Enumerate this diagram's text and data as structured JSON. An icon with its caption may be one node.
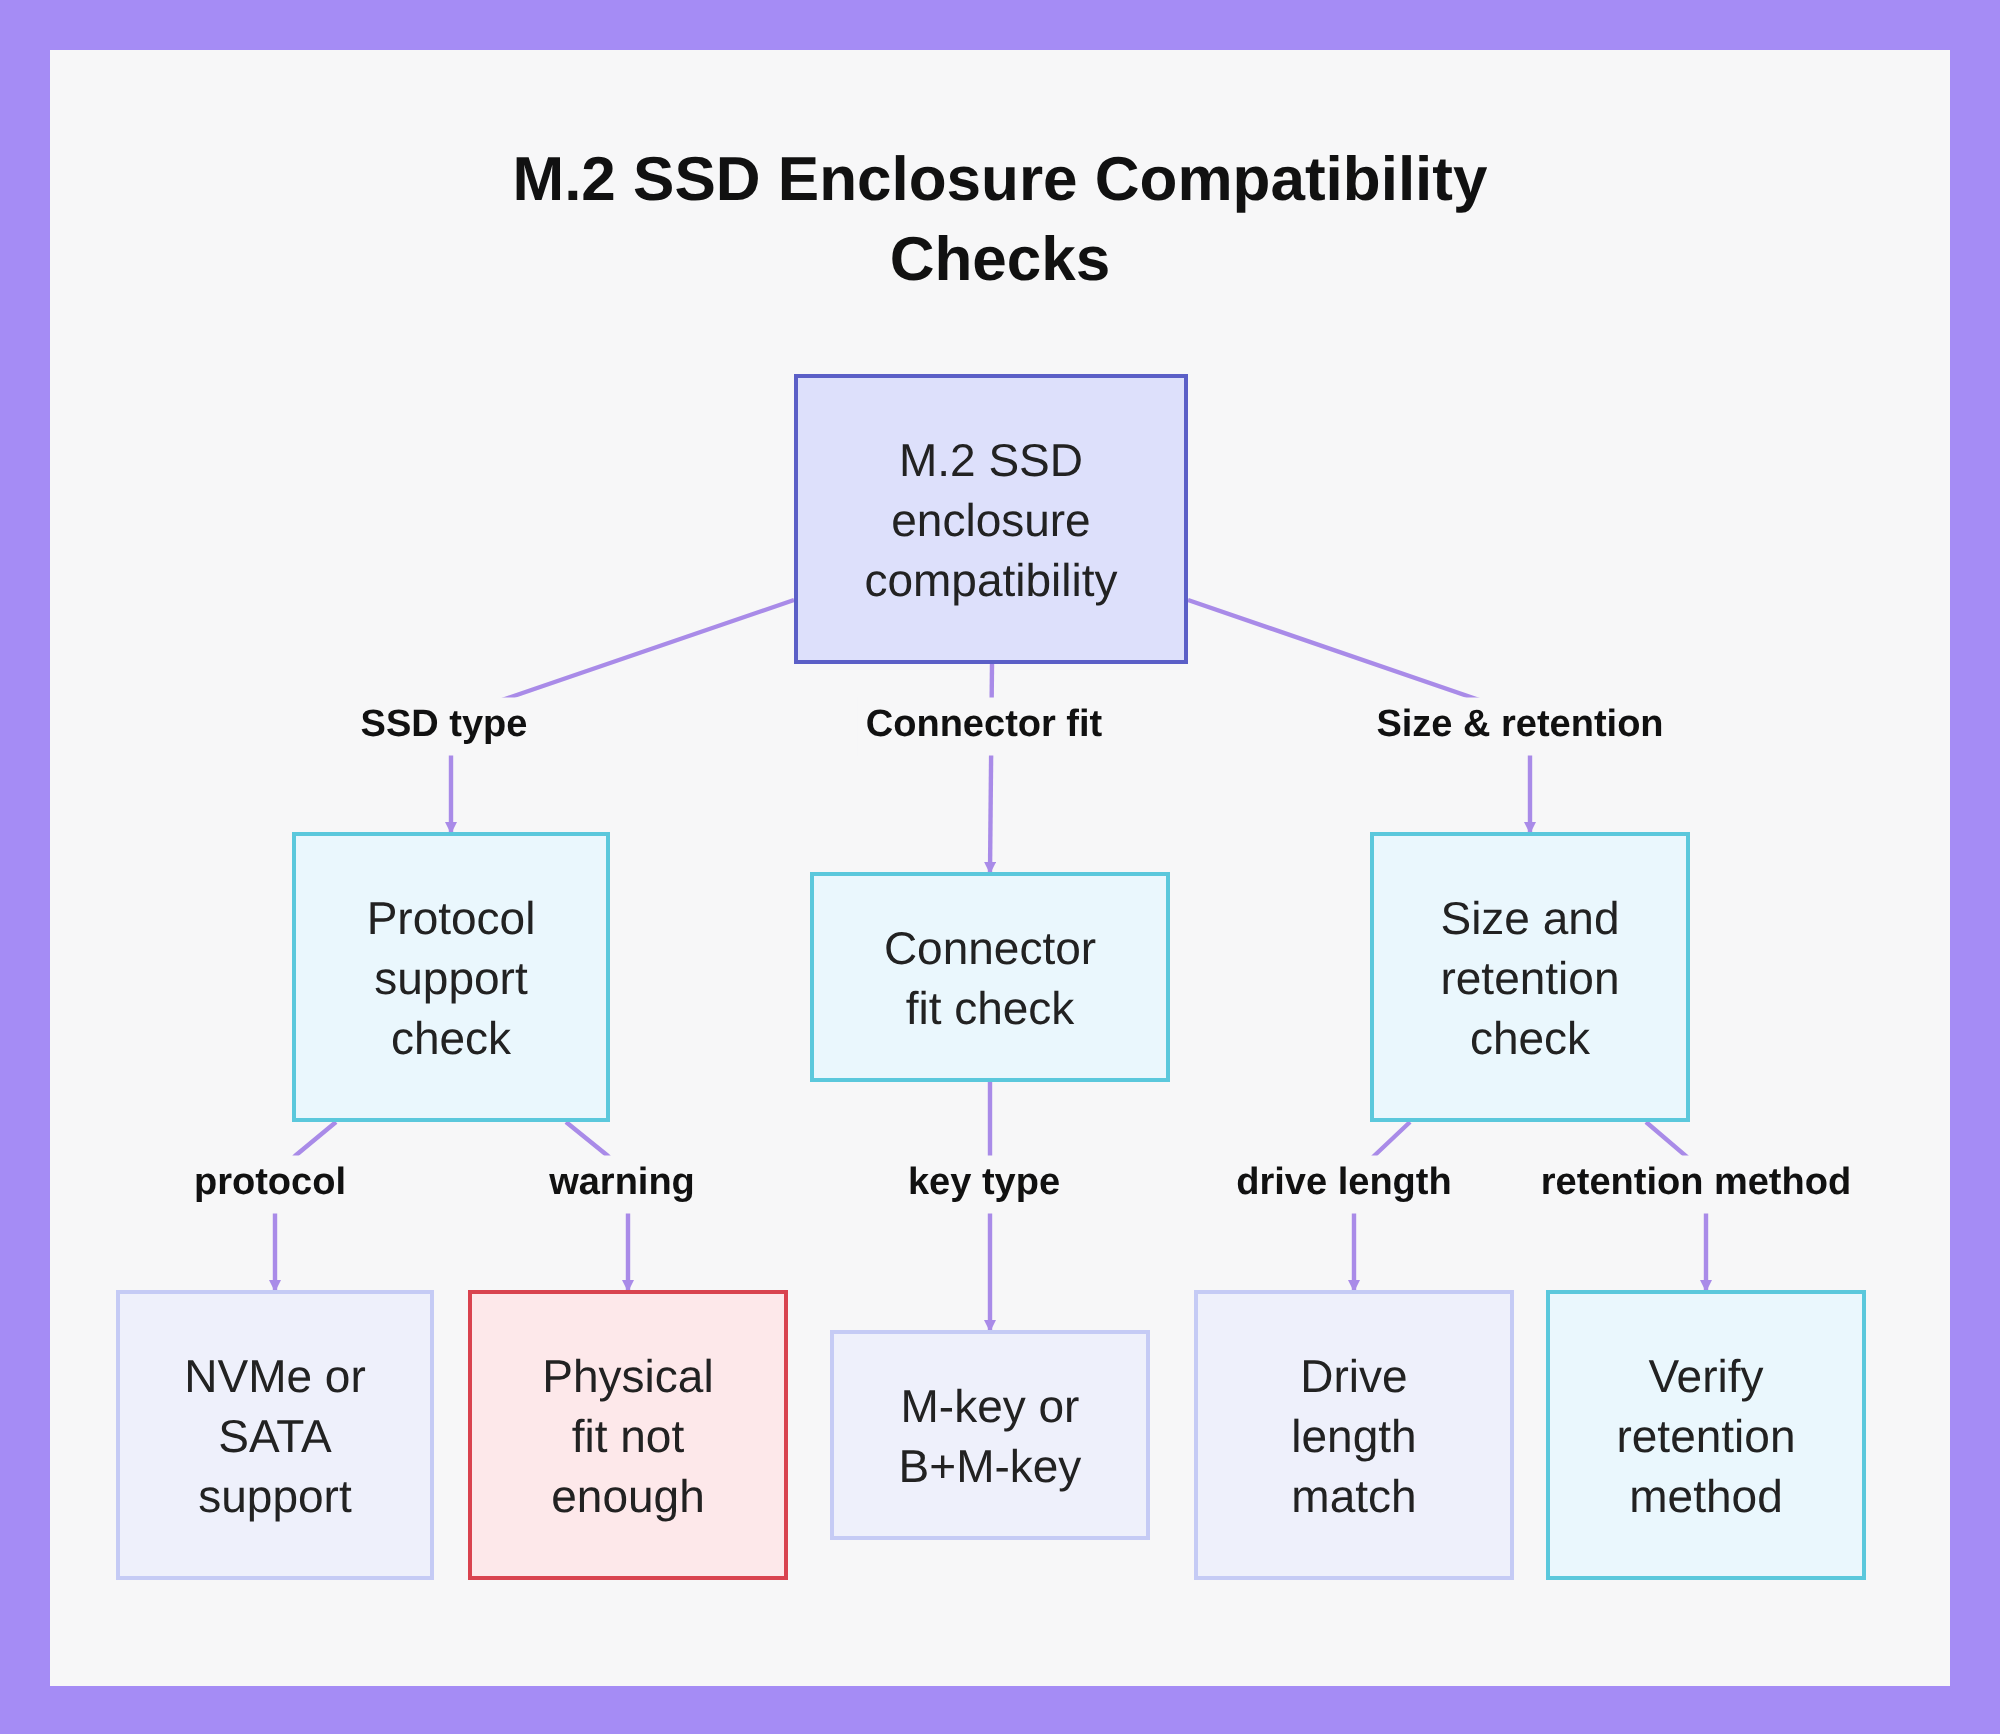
{
  "diagram": {
    "title": "M.2 SSD Enclosure Compatibility Checks",
    "nodes": [
      {
        "text": [
          "M.2 SSD enclosure compatibility"
        ]
      },
      {
        "text": [
          "Protocol support check"
        ]
      },
      {
        "text": [
          "Connector fit check"
        ]
      },
      {
        "text": [
          "Size and retention check"
        ]
      },
      {
        "text": [
          "NVMe or SATA support"
        ]
      },
      {
        "text": [
          "Physical fit not enough"
        ]
      },
      {
        "text": [
          "M-key or B+M-key"
        ]
      },
      {
        "text": [
          "Drive length match"
        ]
      },
      {
        "text": [
          "Verify retention method"
        ]
      }
    ],
    "edges": [
      {
        "from": 0,
        "to": 1,
        "arrow": "to",
        "label": "SSD type"
      },
      {
        "from": 0,
        "to": 2,
        "arrow": "to",
        "label": "Connector fit"
      },
      {
        "from": 0,
        "to": 3,
        "arrow": "to",
        "label": "Size & retention"
      },
      {
        "from": 1,
        "to": 4,
        "arrow": "to",
        "label": "protocol"
      },
      {
        "from": 1,
        "to": 5,
        "arrow": "to",
        "label": "warning"
      },
      {
        "from": 2,
        "to": 6,
        "arrow": "to",
        "label": "key type"
      },
      {
        "from": 3,
        "to": 7,
        "arrow": "to",
        "label": "drive length"
      },
      {
        "from": 3,
        "to": 8,
        "arrow": "to",
        "label": "retention method"
      }
    ]
  }
}
